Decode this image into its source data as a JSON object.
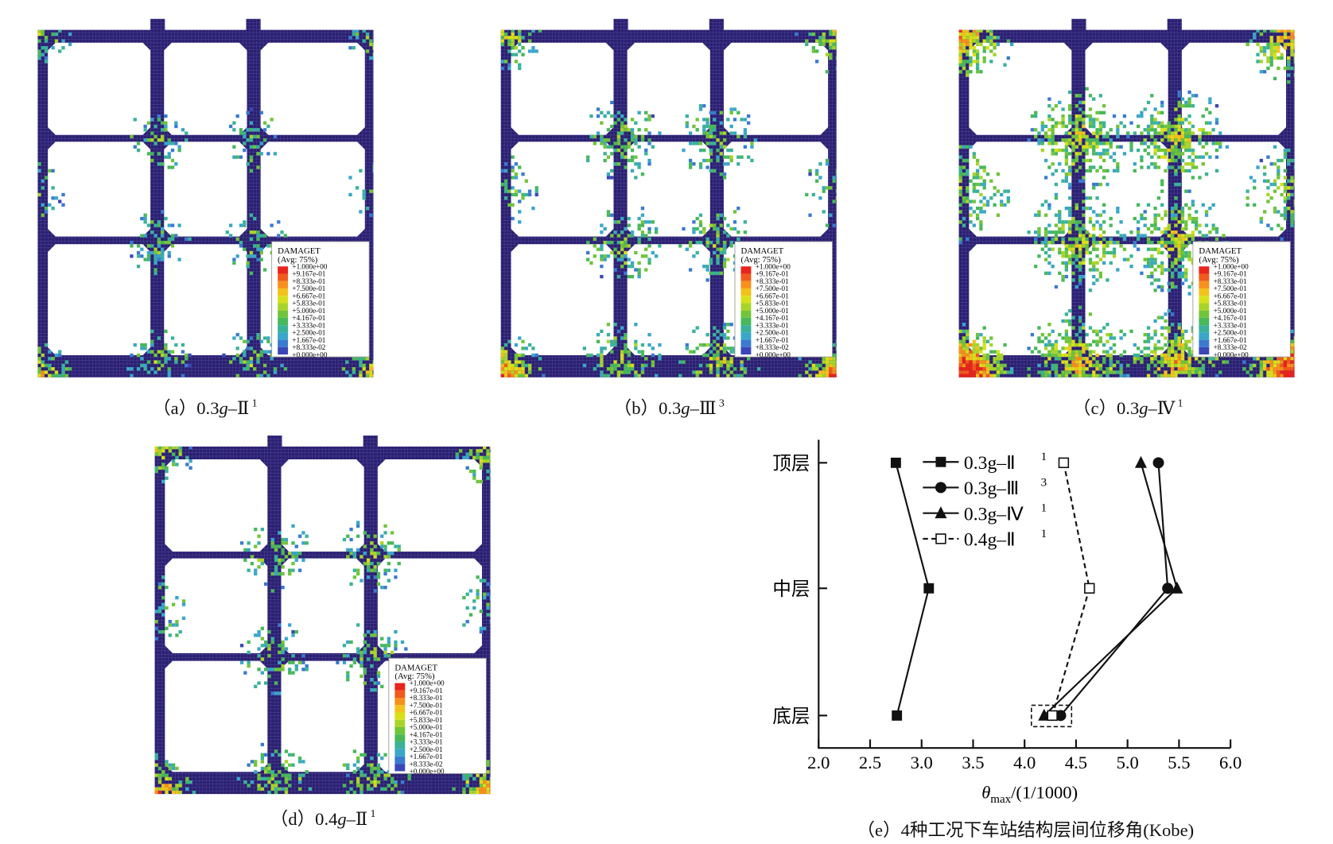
{
  "legend": {
    "title": "DAMAGET",
    "subtitle": "(Avg: 75%)",
    "values": [
      "+1.000e+00",
      "+9.167e-01",
      "+8.333e-01",
      "+7.500e-01",
      "+6.667e-01",
      "+5.833e-01",
      "+5.000e-01",
      "+4.167e-01",
      "+3.333e-01",
      "+2.500e-01",
      "+1.667e-01",
      "+8.333e-02",
      "+0.000e+00"
    ],
    "colors": [
      "#e8241c",
      "#f05a1c",
      "#f7901c",
      "#f2c21a",
      "#d8e01a",
      "#a8d42a",
      "#70c43a",
      "#48b85a",
      "#3ab29a",
      "#3aa6c8",
      "#3a7ad0",
      "#3a46b8"
    ]
  },
  "panels": [
    {
      "label": "（a）",
      "accel": "0.3",
      "unit": "g",
      "site": "–Ⅱ",
      "sup": "1",
      "intensity": 0.45
    },
    {
      "label": "（b）",
      "accel": "0.3",
      "unit": "g",
      "site": "–Ⅲ",
      "sup": "3",
      "intensity": 0.6
    },
    {
      "label": "（c）",
      "accel": "0.3",
      "unit": "g",
      "site": "–Ⅳ",
      "sup": "1",
      "intensity": 0.85
    },
    {
      "label": "（d）",
      "accel": "0.4",
      "unit": "g",
      "site": "–Ⅱ",
      "sup": "1",
      "intensity": 0.55
    }
  ],
  "colors": {
    "mesh": "#2b1f70",
    "meshline": "#5a56a8"
  },
  "chart_data": {
    "type": "line",
    "caption": "（e）4种工况下车站结构层间位移角(Kobe)",
    "xlabel_symbol": "θ",
    "xlabel_sub": "max",
    "xlabel_rest": "/(1/1000)",
    "xlim": [
      2.0,
      6.0
    ],
    "xticks": [
      "2.0",
      "2.5",
      "3.0",
      "3.5",
      "4.0",
      "4.5",
      "5.0",
      "5.5",
      "6.0"
    ],
    "categories": [
      "顶层",
      "中层",
      "底层"
    ],
    "series": [
      {
        "name": "0.3g–Ⅱ",
        "sup": "1",
        "marker": "square",
        "dash": false,
        "values": [
          2.75,
          3.07,
          2.76
        ]
      },
      {
        "name": "0.3g–Ⅲ",
        "sup": "3",
        "marker": "circle",
        "dash": false,
        "values": [
          5.3,
          5.39,
          4.35
        ]
      },
      {
        "name": "0.3g–Ⅳ",
        "sup": "1",
        "marker": "triangle",
        "dash": false,
        "values": [
          5.13,
          5.48,
          4.19
        ]
      },
      {
        "name": "0.4g–Ⅱ",
        "sup": "1",
        "marker": "open-square",
        "dash": true,
        "values": [
          4.38,
          4.63,
          4.27
        ]
      }
    ],
    "grid": false,
    "legend_position": "top-center"
  }
}
